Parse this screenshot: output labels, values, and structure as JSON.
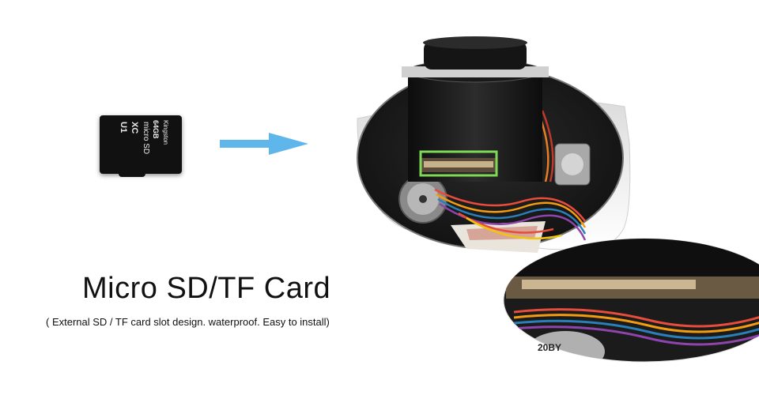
{
  "card": {
    "brand": "Kingston",
    "capacity": "64GB",
    "type": "micro SD",
    "class": "XC",
    "speed": "U1"
  },
  "main": {
    "title": "Micro SD/TF Card",
    "subtitle": "( External SD / TF card slot design. waterproof. Easy to install)"
  },
  "inset_label": "20BY",
  "colors": {
    "arrow": "#5fb6ea",
    "highlight": "#7ed957",
    "dome": "#f2f2f2",
    "card": "#111111"
  }
}
